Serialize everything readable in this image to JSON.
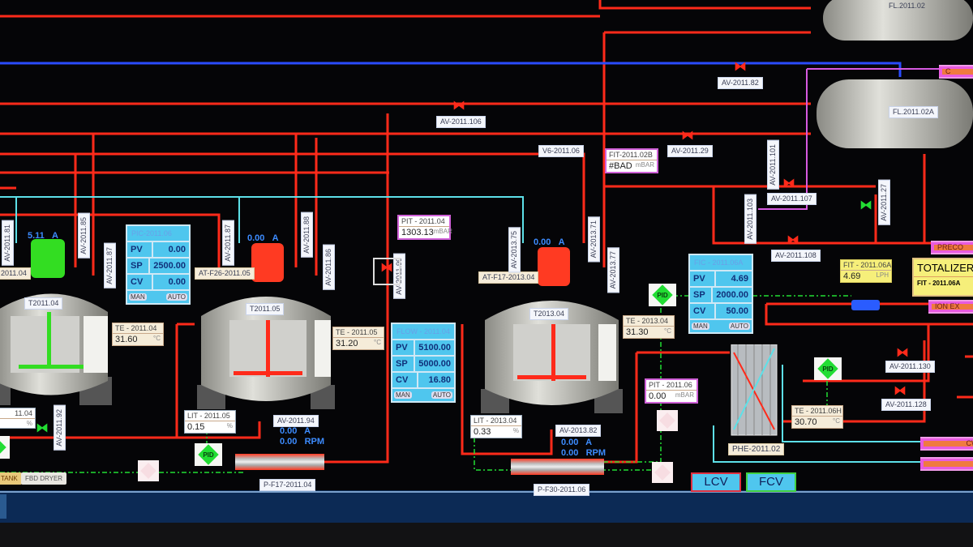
{
  "colors": {
    "pipe": "#ff2a1a",
    "water": "#5de0e8",
    "blue_line": "#2a4cff",
    "purple": "#d65ae0",
    "background": "#050507"
  },
  "tanks": [
    {
      "tag": "T2011.04",
      "agitator_state": "running",
      "color": "#33dd22"
    },
    {
      "tag": "T2011.05",
      "agitator_state": "stopped",
      "color": "#ff2a1a"
    },
    {
      "tag": "T2013.04",
      "agitator_state": "stopped",
      "color": "#ff2a1a"
    }
  ],
  "filters": {
    "top": "FL.2011.02",
    "middle": "FL.2011.02A"
  },
  "motors": [
    {
      "current": "5.11",
      "unit": "A"
    },
    {
      "current": "0.00",
      "unit": "A"
    },
    {
      "current": "0.00",
      "unit": "A"
    }
  ],
  "pumps": [
    {
      "tag": "P-F17-2011.04",
      "readout": "0.00   A\n0.00   RPM"
    },
    {
      "tag": "P-F30-2011.06",
      "readout": "0.00   A\n0.00   RPM"
    }
  ],
  "controllers": [
    {
      "title": "PIC-2011.06",
      "pv": "0.00",
      "sp": "2500.00",
      "cv": "0.00"
    },
    {
      "title": "FLOW - 2011.04",
      "pv": "5100.00",
      "sp": "5000.00",
      "cv": "16.80"
    },
    {
      "title": "FIC - 2011.06A",
      "pv": "4.69",
      "sp": "2000.00",
      "cv": "50.00"
    }
  ],
  "controller_labels": {
    "pv": "PV",
    "sp": "SP",
    "cv": "CV",
    "man": "MAN",
    "auto": "AUTO"
  },
  "readouts": {
    "te1": {
      "tag": "TE - 2011.04",
      "value": "31.60",
      "unit": "°C"
    },
    "te2": {
      "tag": "TE - 2011.05",
      "value": "31.20",
      "unit": "°C"
    },
    "te3": {
      "tag": "TE - 2013.04",
      "value": "31.30",
      "unit": "°C"
    },
    "te4": {
      "tag": "TE - 2011.06H",
      "value": "30.70",
      "unit": "°C"
    },
    "pit1": {
      "tag": "PIT - 2011.04",
      "value": "1303.13",
      "unit": "mBAR"
    },
    "pit2": {
      "tag": "PIT - 2011.06",
      "value": "0.00",
      "unit": "mBAR"
    },
    "fit1": {
      "tag": "FIT-2011.02B",
      "value": "#BAD",
      "unit": "mBAR"
    },
    "fit2": {
      "tag": "FIT - 2011.06A",
      "value": "4.69",
      "unit": "LPH"
    },
    "lit0": {
      "tag": "11.04",
      "unit": "%"
    },
    "lit1": {
      "tag": "LIT - 2011.05",
      "value": "0.15",
      "unit": "%"
    },
    "lit2": {
      "tag": "LIT - 2013.04",
      "value": "0.33",
      "unit": "%"
    }
  },
  "totalizer": {
    "title": "TOTALIZER",
    "tag": "FIT - 2011.06A"
  },
  "labels": {
    "av106": "AV-2011.106",
    "v6": "V6-2011.06",
    "av82": "AV-2011.82",
    "av29": "AV-2011.29",
    "av107": "AV-2011.107",
    "av108": "AV-2011.108",
    "av130": "AV-2011.130",
    "av128": "AV-2011.128",
    "av94": "AV-2011.94",
    "av2013_82": "AV-2013.82",
    "at26": "AT-F26-2011.05",
    "at17": "AT-F17-2013.04",
    "at04": "2011.04",
    "phe": "PHE-2011.02"
  },
  "vlabels": {
    "av81": "AV-2011.81",
    "av85": "AV-2011.85",
    "av87a": "AV-2011.87",
    "av87b": "AV-2011.87",
    "av88": "AV-2011.88",
    "av86": "AV-2011.86",
    "av99": "AV-2011.99",
    "av75": "AV-2013.75",
    "av71": "AV-2013.71",
    "av77": "AV-2013.77",
    "av101": "AV-2011.101",
    "av103": "AV-2011.103",
    "av27": "AV-2011.27",
    "av92": "AV-2011.92"
  },
  "pid_label": "PID",
  "outlets": {
    "top": "C",
    "preco": "PRECO",
    "ion": "ION EX",
    "cwr": "CWR",
    "cv": "CV"
  },
  "nav_buttons": {
    "tank": "TANK",
    "fbd": "FBD DRYER",
    "lcv": "LCV",
    "fcv": "FCV"
  }
}
